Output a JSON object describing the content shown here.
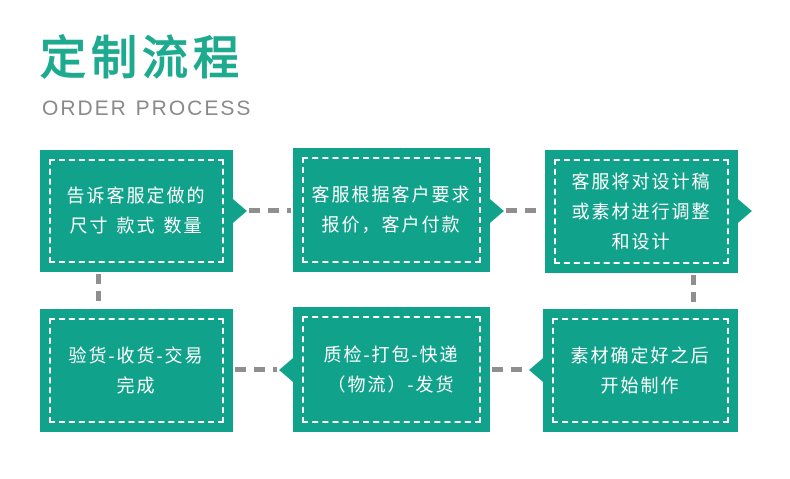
{
  "header": {
    "title": "定制流程",
    "subtitle": "ORDER PROCESS"
  },
  "colors": {
    "box_green": "#10a28a",
    "title_green": "#1daa8e",
    "connector_gray": "#8f8f8f",
    "box_border_white": "#ffffff",
    "box_text_white": "#ffffff",
    "subtitle_gray": "#8a8a8a",
    "background": "#ffffff"
  },
  "boxes": {
    "top_left": {
      "lines": [
        "告诉客服定做的",
        "尺寸 款式 数量"
      ]
    },
    "top_center": {
      "lines": [
        "客服根据客户要求",
        "报价，客户付款"
      ]
    },
    "top_right": {
      "lines": [
        "客服将对设计稿",
        "或素材进行调整",
        "和设计"
      ]
    },
    "bottom_left": {
      "lines": [
        "验货-收货-交易",
        "完成"
      ]
    },
    "bottom_center": {
      "lines": [
        "质检-打包-快递",
        "（物流）-发货"
      ]
    },
    "bottom_right": {
      "lines": [
        "素材确定好之后",
        "开始制作"
      ]
    }
  }
}
